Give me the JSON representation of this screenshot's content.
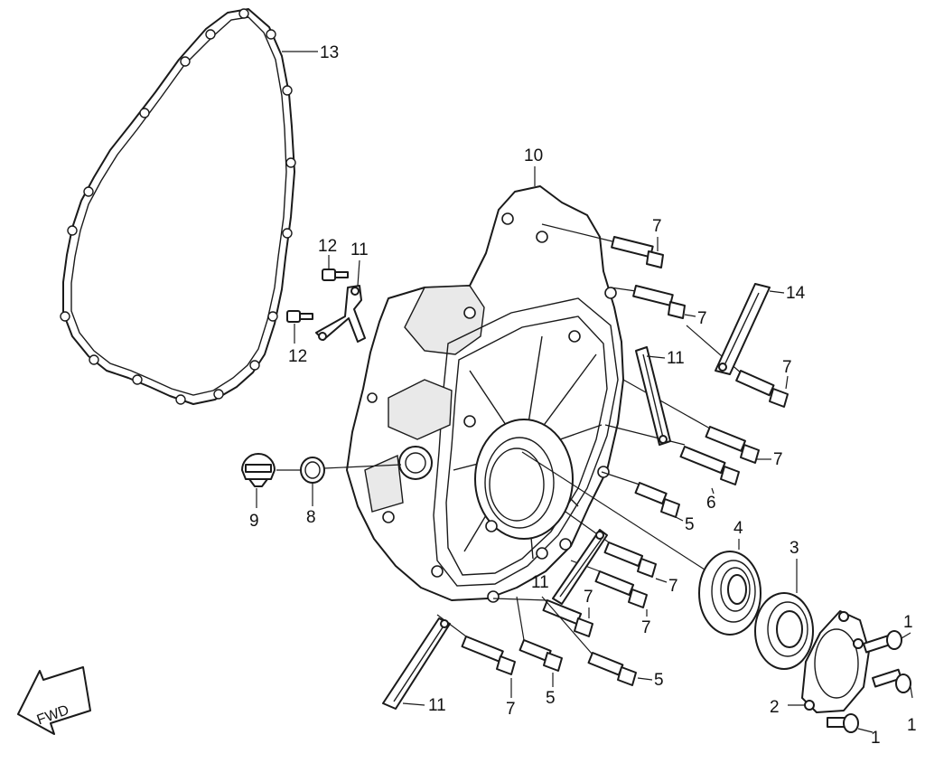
{
  "callouts": {
    "c13": "13",
    "c10": "10",
    "c12a": "12",
    "c11a": "11",
    "c12b": "12",
    "c7a": "7",
    "c7b": "7",
    "c14": "14",
    "c11b": "11",
    "c7c": "7",
    "c7d": "7",
    "c6": "6",
    "c5a": "5",
    "c9": "9",
    "c8": "8",
    "c4": "4",
    "c3": "3",
    "c11c": "11",
    "c7e": "7",
    "c7f": "7",
    "c7g": "7",
    "c1a": "1",
    "c5b": "5",
    "c7h": "7",
    "c5c": "5",
    "c2": "2",
    "c1b": "1",
    "c11d": "11",
    "c1c": "1"
  },
  "fwd_label": "FWD",
  "icons": {
    "direction": "fwd-arrow-icon"
  }
}
